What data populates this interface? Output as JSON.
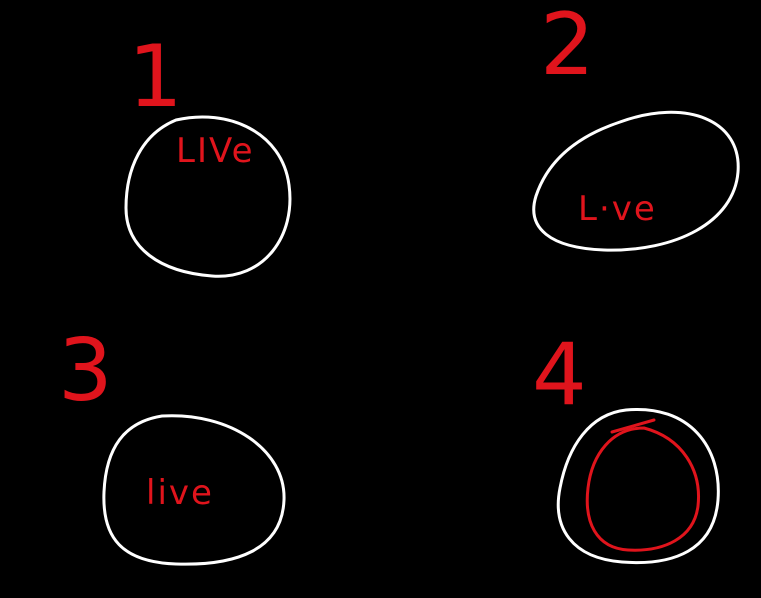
{
  "panels": [
    {
      "number": "1",
      "text": "LIVe"
    },
    {
      "number": "2",
      "text": "L·ve"
    },
    {
      "number": "3",
      "text": "live"
    },
    {
      "number": "4",
      "text": ""
    }
  ],
  "colors": {
    "background": "#000000",
    "outline": "#ffffff",
    "ink": "#e0141c"
  }
}
